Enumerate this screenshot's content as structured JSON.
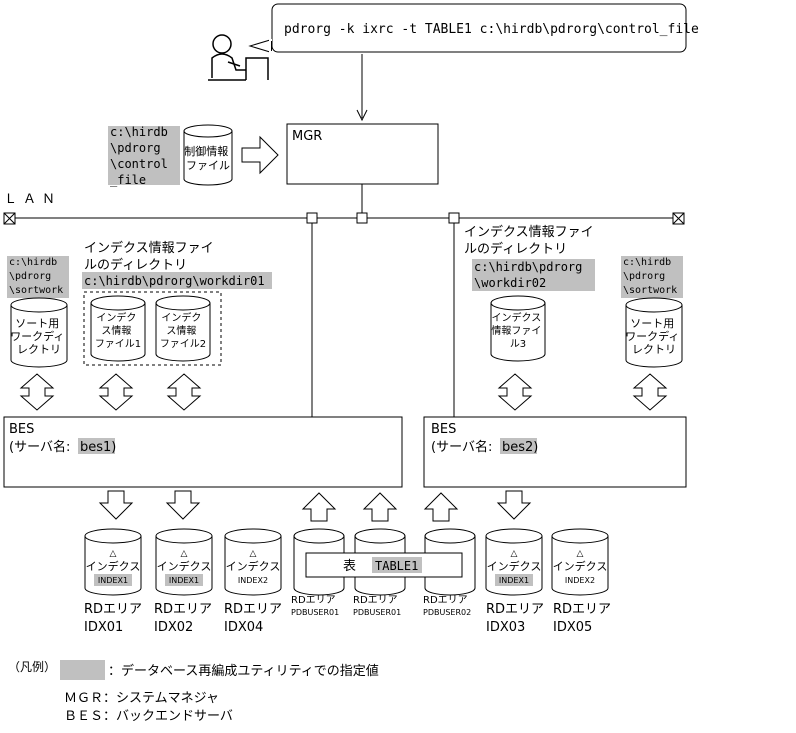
{
  "command": "pdrorg -k ixrc -t TABLE1 c:\\hirdb\\pdrorg\\control_file",
  "mgr": {
    "label": "MGR",
    "ctrl_dir": [
      "c:\\hirdb",
      "\\pdrorg",
      "\\control",
      "_file"
    ],
    "ctrl_file": [
      "制御情報",
      "ファイル"
    ]
  },
  "lan": "ＬＡＮ",
  "bes1": {
    "title": "BES",
    "server_prefix": "(サーバ名:",
    "server_name": "bes1",
    "server_suffix": ")",
    "sort_dir": [
      "c:\\hirdb",
      "\\pdrorg",
      "\\sortwork"
    ],
    "sort_cyl": [
      "ソート用",
      "ワークディ",
      "レクトリ"
    ],
    "idx_dir_title": [
      "インデクス情報ファイ",
      "ルのディレクトリ"
    ],
    "idx_dir": "c:\\hirdb\\pdrorg\\workdir01",
    "idx_file1": [
      "インデク",
      "ス情報",
      "ファイル1"
    ],
    "idx_file2": [
      "インデク",
      "ス情報",
      "ファイル2"
    ]
  },
  "bes2": {
    "title": "BES",
    "server_prefix": "(サーバ名:",
    "server_name": "bes2",
    "server_suffix": ")",
    "sort_dir": [
      "c:\\hirdb",
      "\\pdrorg",
      "\\sortwork"
    ],
    "sort_cyl": [
      "ソート用",
      "ワークディ",
      "レクトリ"
    ],
    "idx_dir_title": [
      "インデクス情報ファイ",
      "ルのディレクトリ"
    ],
    "idx_dir": [
      "c:\\hirdb\\pdrorg",
      "\\workdir02"
    ],
    "idx_file3": [
      "インデクス",
      "情報ファイ",
      "ル3"
    ]
  },
  "rdareas": {
    "idx01": {
      "cyl": "インデクス",
      "index": "INDEX1",
      "label": "RDエリア",
      "name": "IDX01"
    },
    "idx02": {
      "cyl": "インデクス",
      "index": "INDEX1",
      "label": "RDエリア",
      "name": "IDX02"
    },
    "idx04": {
      "cyl": "インデクス",
      "index": "INDEX2",
      "label": "RDエリア",
      "name": "IDX04"
    },
    "pdb1": {
      "label": "RDエリア",
      "name": "PDBUSER01"
    },
    "pdb2": {
      "label": "RDエリア",
      "name": "PDBUSER01"
    },
    "pdb3": {
      "label": "RDエリア",
      "name": "PDBUSER02"
    },
    "idx03": {
      "cyl": "インデクス",
      "index": "INDEX1",
      "label": "RDエリア",
      "name": "IDX03"
    },
    "idx05": {
      "cyl": "インデクス",
      "index": "INDEX2",
      "label": "RDエリア",
      "name": "IDX05"
    }
  },
  "triangle": "△",
  "table": {
    "label": "表",
    "name": "TABLE1"
  },
  "legend": {
    "title": "（凡例）",
    "shaded": "：データベース再編成ユティリティでの指定値",
    "mgr": "ＭＧＲ：システムマネジャ",
    "bes": "ＢＥＳ：バックエンドサーバ"
  },
  "colors": {
    "shade": "#c0c0c0",
    "line": "#000000"
  }
}
